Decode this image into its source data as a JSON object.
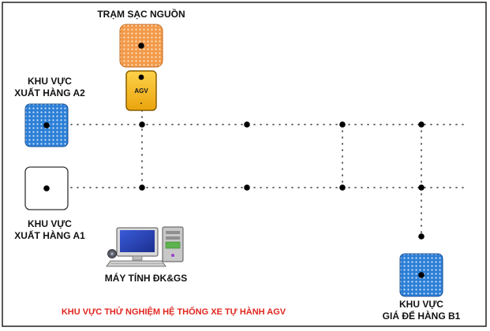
{
  "labels": {
    "charging_station": "TRẠM SẠC NGUỒN",
    "zone_a2_line1": "KHU VỰC",
    "zone_a2_line2": "XUẤT HÀNG A2",
    "zone_a1_line1": "KHU VỰC",
    "zone_a1_line2": "XUẤT HÀNG A1",
    "computer": "MÁY TÍNH ĐK&GS",
    "zone_b1_line1": "KHU VỰC",
    "zone_b1_line2": "GIÁ ĐỂ HÀNG B1",
    "agv": "AGV",
    "footer": "KHU VỰC THỬ NGHIỆM HỆ THỐNG XE TỰ HÀNH AGV"
  },
  "colors": {
    "charging_fill": "#f29a4a",
    "agv_fill": "#f5b81c",
    "zone_blue": "#2d7fd6",
    "footer_text": "#e0261f",
    "border": "#222222"
  },
  "icons": [
    "computer-icon"
  ]
}
